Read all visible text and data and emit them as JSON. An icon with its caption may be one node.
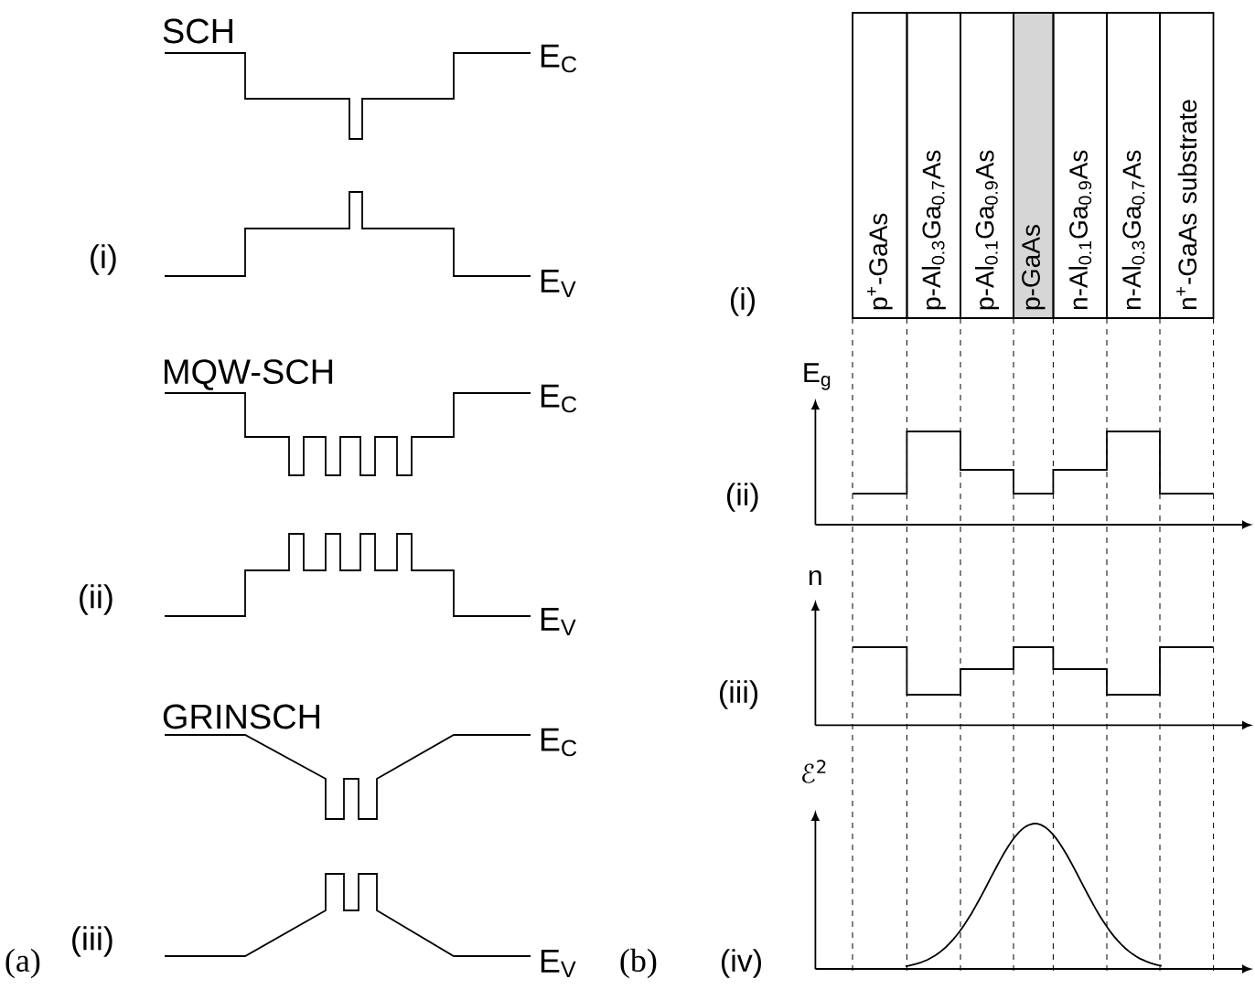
{
  "diagram": {
    "nodes": [
      {
        "text": [
          "p$^{+}$-GaAs"
        ]
      },
      {
        "text": [
          "p-Al$_{0.3}$Ga$_{0.7}$As"
        ]
      },
      {
        "text": [
          "p-Al$_{0.1}$Ga$_{0.9}$As"
        ]
      },
      {
        "text": [
          "p-GaAs"
        ]
      },
      {
        "text": [
          "n-Al$_{0.1}$Ga$_{0.9}$As"
        ]
      },
      {
        "text": [
          "n-Al$_{0.3}$Ga$_{0.7}$As"
        ]
      },
      {
        "text": [
          "n$^{+}$-GaAs substrate"
        ]
      }
    ],
    "labels": [
      "SCH",
      "E$_{C}$",
      "(i)",
      "E$_{V}$",
      "MQW-SCH",
      "E$_{C}$",
      "(ii)",
      "E$_{V}$",
      "GRINSCH",
      "E$_{C}$",
      "(iii)",
      "(a)",
      "E$_{V}$",
      "(i)",
      "E$_{g}$",
      "(ii)",
      "n",
      "(iii)",
      "ℰ$^{2}$",
      "(b)",
      "(iv)"
    ]
  }
}
